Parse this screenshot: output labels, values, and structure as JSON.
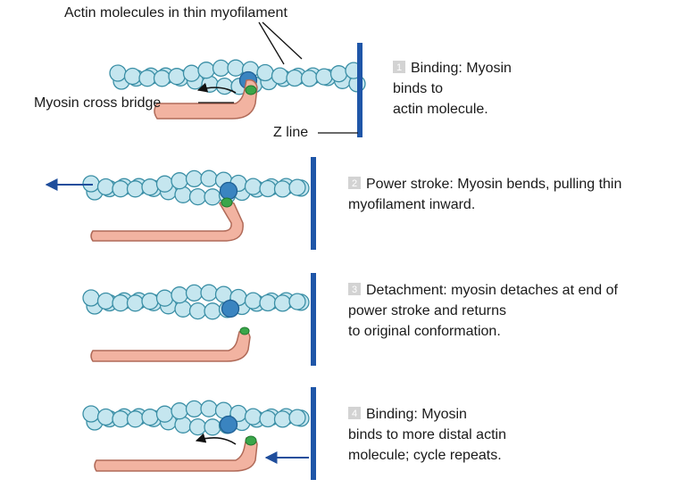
{
  "labels": {
    "actin": "Actin molecules in thin myofilament",
    "myosin": "Myosin cross bridge",
    "zline": "Z line"
  },
  "colors": {
    "actin_fill": "#c5e6ef",
    "actin_stroke": "#3b8fa6",
    "active_actin": "#3a84c0",
    "myosin_fill": "#f2b3a1",
    "myosin_stroke": "#b06a58",
    "binding_site": "#3aa64a",
    "z_line": "#1f56a8",
    "arrow_blue": "#1f4e9c",
    "badge": "#d3d3d3"
  },
  "steps": [
    {
      "number": "1",
      "lines": [
        "Binding: Myosin",
        "binds to",
        "actin molecule."
      ]
    },
    {
      "number": "2",
      "lines": [
        "Power stroke: Myosin bends, pulling thin",
        "myofilament inward."
      ]
    },
    {
      "number": "3",
      "lines": [
        "Detachment: myosin detaches at end of",
        "power stroke and returns",
        "to original conformation."
      ]
    },
    {
      "number": "4",
      "lines": [
        "Binding: Myosin",
        "binds to more distal actin",
        "molecule; cycle repeats."
      ]
    }
  ]
}
